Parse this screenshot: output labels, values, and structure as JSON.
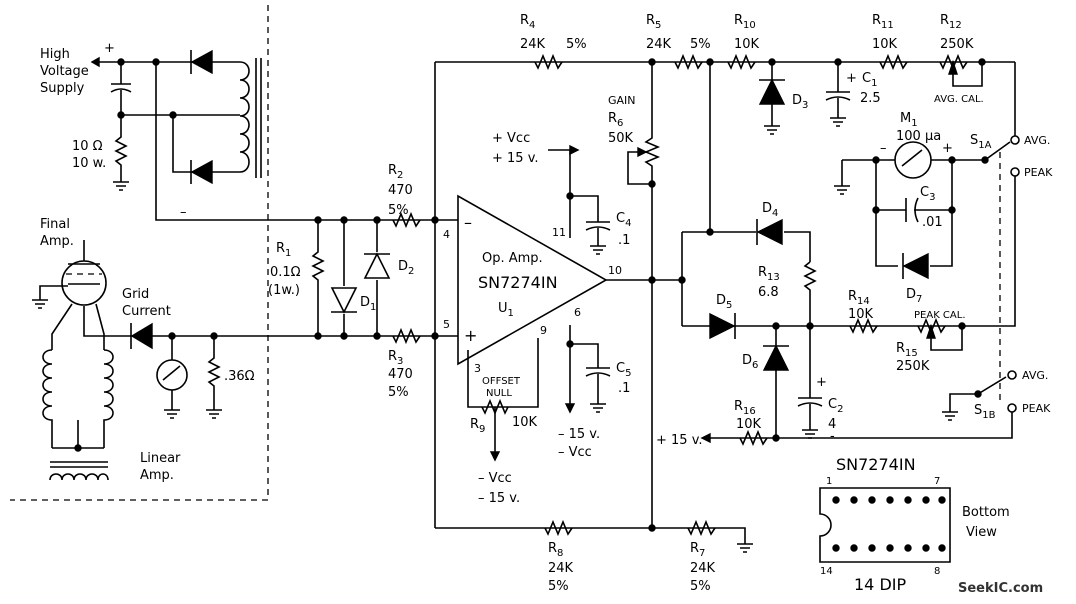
{
  "supply": {
    "line1": "High",
    "line2": "Voltage",
    "line3": "Supply",
    "plus": "+",
    "minus": "–"
  },
  "supply_resistor": {
    "value": "10 Ω",
    "rating": "10 w."
  },
  "final_amp": {
    "line1": "Final",
    "line2": "Amp."
  },
  "grid_current": {
    "line1": "Grid",
    "line2": "Current"
  },
  "linear_amp": {
    "line1": "Linear",
    "line2": "Amp."
  },
  "shunt": {
    "value": ".36Ω"
  },
  "r1": {
    "name": "R",
    "sub": "1",
    "value": "0.1Ω",
    "rating": "(1w.)"
  },
  "r2": {
    "name": "R",
    "sub": "2",
    "value": "470",
    "tol": "5%"
  },
  "r3": {
    "name": "R",
    "sub": "3",
    "value": "470",
    "tol": "5%"
  },
  "r4": {
    "name": "R",
    "sub": "4",
    "value": "24K",
    "tol": "5%"
  },
  "r5": {
    "name": "R",
    "sub": "5",
    "value": "24K",
    "tol": "5%"
  },
  "r6": {
    "label": "GAIN",
    "name": "R",
    "sub": "6",
    "value": "50K"
  },
  "r7": {
    "name": "R",
    "sub": "7",
    "value": "24K",
    "tol": "5%"
  },
  "r8": {
    "name": "R",
    "sub": "8",
    "value": "24K",
    "tol": "5%"
  },
  "r9": {
    "name": "R",
    "sub": "9",
    "value": "10K"
  },
  "r10": {
    "name": "R",
    "sub": "10",
    "value": "10K"
  },
  "r11": {
    "name": "R",
    "sub": "11",
    "value": "10K"
  },
  "r12": {
    "name": "R",
    "sub": "12",
    "value": "250K",
    "cal": "AVG. CAL."
  },
  "r13": {
    "name": "R",
    "sub": "13",
    "value": "6.8"
  },
  "r14": {
    "name": "R",
    "sub": "14",
    "value": "10K"
  },
  "r15": {
    "name": "R",
    "sub": "15",
    "value": "250K",
    "cal": "PEAK CAL."
  },
  "r16": {
    "name": "R",
    "sub": "16",
    "value": "10K"
  },
  "d1": {
    "name": "D",
    "sub": "1"
  },
  "d2": {
    "name": "D",
    "sub": "2"
  },
  "d3": {
    "name": "D",
    "sub": "3"
  },
  "d4": {
    "name": "D",
    "sub": "4"
  },
  "d5": {
    "name": "D",
    "sub": "5"
  },
  "d6": {
    "name": "D",
    "sub": "6"
  },
  "d7": {
    "name": "D",
    "sub": "7"
  },
  "c1": {
    "name": "C",
    "sub": "1",
    "value": "2.5",
    "plus": "+"
  },
  "c2": {
    "name": "C",
    "sub": "2",
    "value": "4",
    "plus": "+",
    "minus": "-"
  },
  "c3": {
    "name": "C",
    "sub": "3",
    "value": ".01"
  },
  "c4": {
    "name": "C",
    "sub": "4",
    "value": ".1"
  },
  "c5": {
    "name": "C",
    "sub": "5",
    "value": ".1"
  },
  "m1": {
    "name": "M",
    "sub": "1",
    "value": "100 μa",
    "minus": "–",
    "plus": "+"
  },
  "s1a": {
    "name": "S",
    "sub": "1A",
    "avg": "AVG.",
    "peak": "PEAK"
  },
  "s1b": {
    "name": "S",
    "sub": "1B",
    "avg": "AVG.",
    "peak": "PEAK"
  },
  "opamp": {
    "line1": "Op. Amp.",
    "line2": "SN7274IN",
    "ref": "U",
    "ref_sub": "1",
    "minus": "–",
    "plus": "+",
    "offset1": "OFFSET",
    "offset2": "NULL",
    "pins": {
      "p3": "3",
      "p4": "4",
      "p5": "5",
      "p6": "6",
      "p9": "9",
      "p10": "10",
      "p11": "11"
    }
  },
  "vcc_pos": {
    "line1": "+ Vcc",
    "line2": "+ 15 v."
  },
  "vcc_neg9": {
    "line1": "– Vcc",
    "line2": "– 15 v."
  },
  "vcc_neg6": {
    "line1": "– 15 v.",
    "line2": "– Vcc"
  },
  "r16_supply": "+ 15 v.",
  "dip": {
    "title": "SN7274IN",
    "pin1": "1",
    "pin7": "7",
    "pin14": "14",
    "pin8": "8",
    "package": "14 DIP",
    "view1": "Bottom",
    "view2": "View"
  },
  "watermark": "SeekIC.com"
}
